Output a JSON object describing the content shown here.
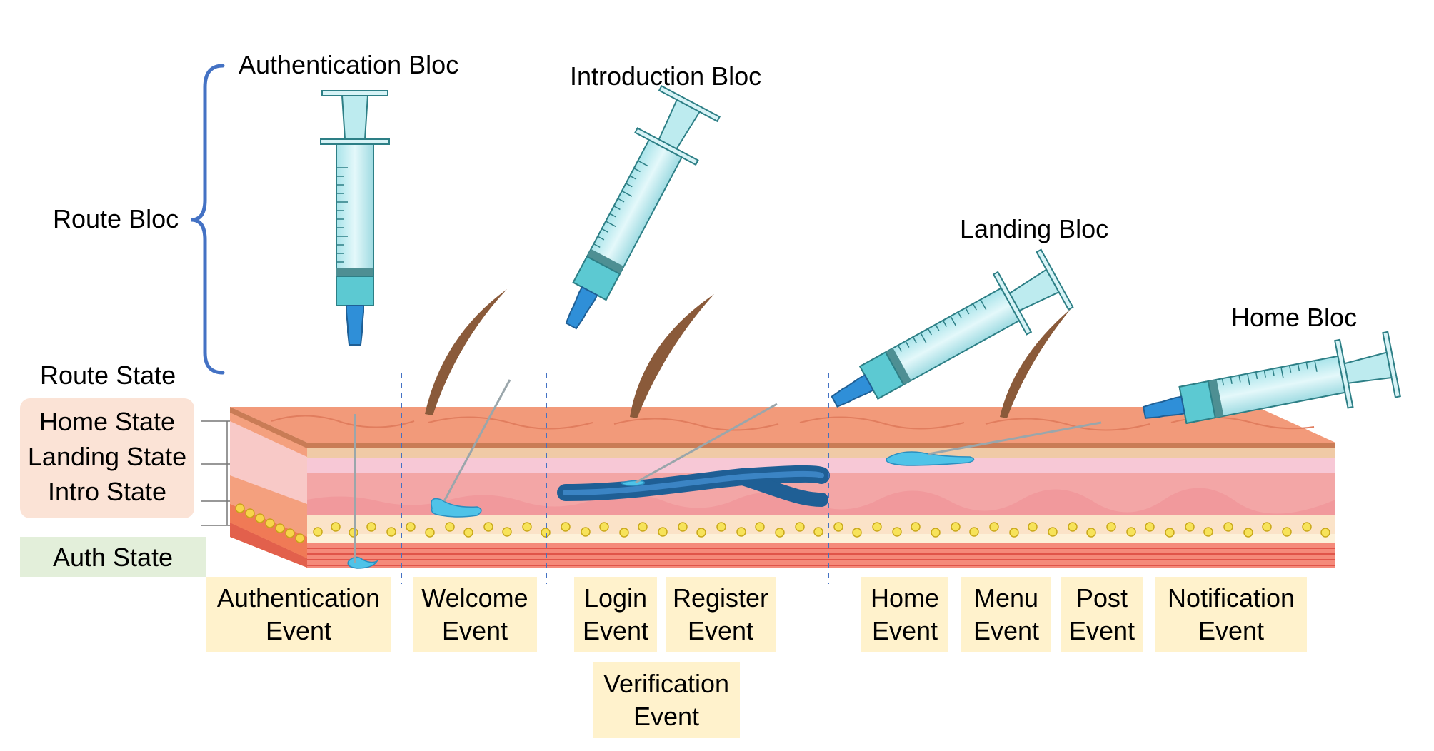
{
  "blocs": {
    "authentication": "Authentication Bloc",
    "introduction": "Introduction Bloc",
    "landing": "Landing Bloc",
    "home": "Home Bloc"
  },
  "route": {
    "bloc": "Route Bloc",
    "state": "Route State"
  },
  "states": {
    "home": "Home State",
    "landing": "Landing State",
    "intro": "Intro State",
    "auth": "Auth State"
  },
  "events": [
    {
      "line1": "Authentication",
      "line2": "Event"
    },
    {
      "line1": "Welcome",
      "line2": "Event"
    },
    {
      "line1": "Login",
      "line2": "Event"
    },
    {
      "line1": "Register",
      "line2": "Event"
    },
    {
      "line1": "Verification",
      "line2": "Event"
    },
    {
      "line1": "Home",
      "line2": "Event"
    },
    {
      "line1": "Menu",
      "line2": "Event"
    },
    {
      "line1": "Post",
      "line2": "Event"
    },
    {
      "line1": "Notification",
      "line2": "Event"
    }
  ],
  "colors": {
    "brace": "#4472c4",
    "divider": "#4472c4",
    "state_box": "#fbe3d6",
    "auth_box": "#e3efda",
    "event_box": "#fff2cc",
    "vein": "#1f5f95",
    "drop": "#4fc3e8"
  }
}
